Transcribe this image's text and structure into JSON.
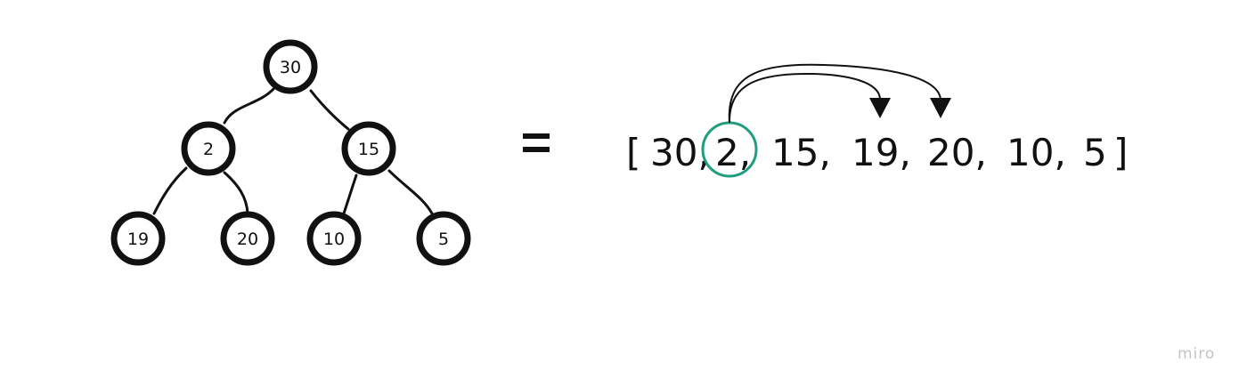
{
  "tree": {
    "nodes": [
      {
        "id": "n0",
        "label": "30"
      },
      {
        "id": "n1",
        "label": "2"
      },
      {
        "id": "n2",
        "label": "15"
      },
      {
        "id": "n3",
        "label": "19"
      },
      {
        "id": "n4",
        "label": "20"
      },
      {
        "id": "n5",
        "label": "10"
      },
      {
        "id": "n6",
        "label": "5"
      }
    ]
  },
  "array": {
    "open": "[",
    "close": "]",
    "items": [
      "30,",
      "2,",
      "15,",
      "19,",
      "20,",
      "10,",
      "5"
    ]
  },
  "highlight_color": "#1e9e7e",
  "watermark": "miro"
}
